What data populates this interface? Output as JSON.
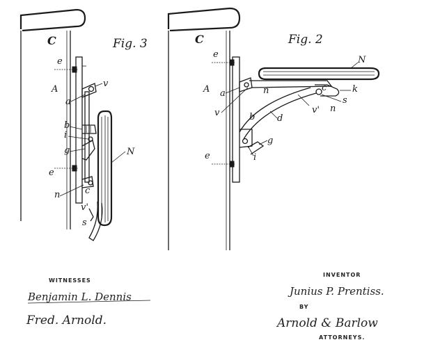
{
  "figures": {
    "fig3": {
      "title": "Fig. 3",
      "labels": {
        "C": "C",
        "e_top": "e",
        "A": "A",
        "v": "v",
        "a": "a",
        "b": "b",
        "i": "i",
        "g": "g",
        "N": "N",
        "e_bottom": "e",
        "n": "n",
        "c": "c",
        "v_prime": "v'",
        "s": "s"
      }
    },
    "fig2": {
      "title": "Fig. 2",
      "labels": {
        "C": "C",
        "e_top": "e",
        "A": "A",
        "a": "a",
        "v": "v",
        "n": "n",
        "N": "N",
        "c": "c",
        "k": "k",
        "s": "s",
        "v_prime": "v'",
        "h": "n",
        "b": "b",
        "d": "d",
        "g": "g",
        "e_bottom": "e",
        "i": "i"
      }
    }
  },
  "witnesses": {
    "heading": "WITNESSES",
    "signature_1": "Benjamin L. Dennis",
    "signature_2": "Fred. Arnold."
  },
  "inventor": {
    "heading": "INVENTOR",
    "name": "Junius P. Prentiss.",
    "by": "BY",
    "attorney_signature": "Arnold & Barlow",
    "attorneys_heading": "ATTORNEYS."
  }
}
